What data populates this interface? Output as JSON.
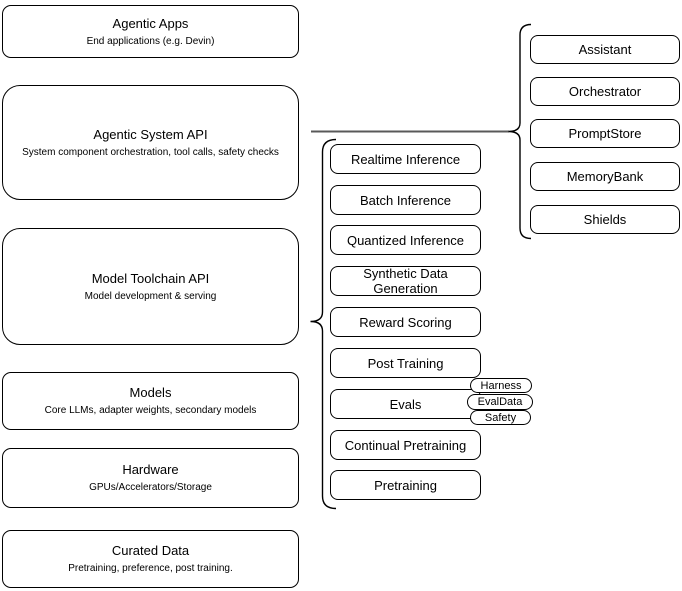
{
  "diagram": {
    "left_column": [
      {
        "title": "Agentic Apps",
        "subtitle": "End applications (e.g. Devin)"
      },
      {
        "title": "Agentic System API",
        "subtitle": "System component orchestration, tool calls, safety checks"
      },
      {
        "title": "Model Toolchain API",
        "subtitle": "Model development & serving"
      },
      {
        "title": "Models",
        "subtitle": "Core LLMs, adapter weights, secondary models"
      },
      {
        "title": "Hardware",
        "subtitle": "GPUs/Accelerators/Storage"
      },
      {
        "title": "Curated Data",
        "subtitle": "Pretraining, preference, post training."
      }
    ],
    "toolchain_services": [
      {
        "label": "Realtime Inference"
      },
      {
        "label": "Batch Inference"
      },
      {
        "label": "Quantized Inference"
      },
      {
        "label": "Synthetic Data Generation"
      },
      {
        "label": "Reward Scoring"
      },
      {
        "label": "Post Training"
      },
      {
        "label": "Evals"
      },
      {
        "label": "Continual Pretraining"
      },
      {
        "label": "Pretraining"
      }
    ],
    "eval_tags": [
      {
        "label": "Harness"
      },
      {
        "label": "EvalData"
      },
      {
        "label": "Safety"
      }
    ],
    "system_components": [
      {
        "label": "Assistant"
      },
      {
        "label": "Orchestrator"
      },
      {
        "label": "PromptStore"
      },
      {
        "label": "MemoryBank"
      },
      {
        "label": "Shields"
      }
    ],
    "colors": {
      "node_fill": "#ffffff",
      "node_stroke": "#000000",
      "connector": "#595959",
      "background": "#ffffff"
    }
  }
}
